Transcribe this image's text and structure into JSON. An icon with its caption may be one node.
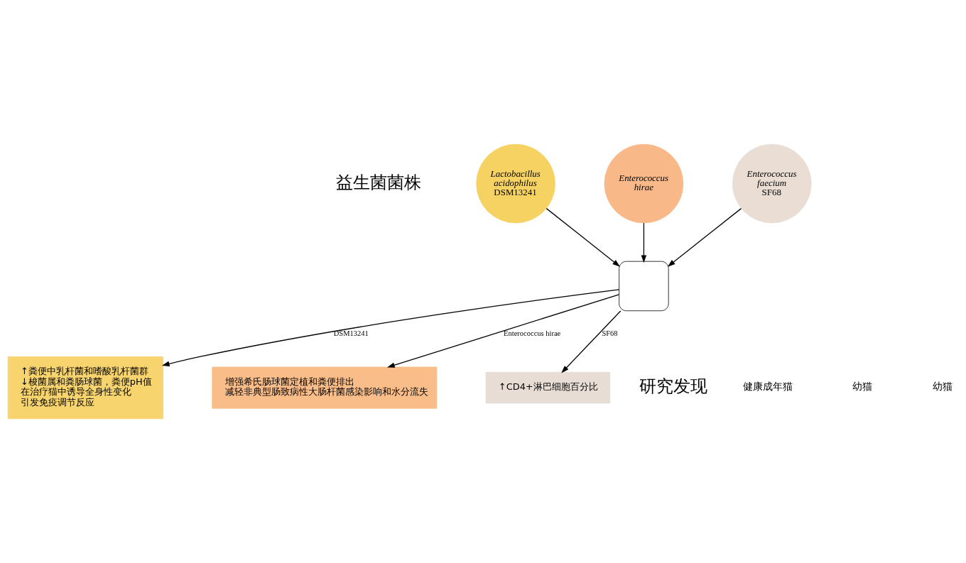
{
  "diagram": {
    "nodes": [
      {
        "text": [
          "*Lactobacillus acidophilus* DSM13241"
        ]
      },
      {
        "text": [
          "*Enterococcus hirae*"
        ]
      },
      {
        "text": [
          "*Enterococcus faecium* SF68"
        ]
      },
      {
        "text": [],
        "shape": "box"
      },
      {
        "text": [
          "↑粪便中乳杆菌和嗜酸乳杆菌群",
          "↓梭菌属和粪肠球菌，粪便pH值",
          "在治疗猫中诱导全身性变化",
          "引发免疫调节反应"
        ]
      },
      {
        "text": [
          "增强希氏肠球菌定植和粪便排出",
          "减轻非典型肠致病性大肠杆菌感染影响和水分流失"
        ]
      },
      {
        "text": [
          "↑CD4+淋巴细胞百分比"
        ]
      }
    ],
    "edges": [
      {
        "from": 0,
        "to": 3,
        "arrow": "to"
      },
      {
        "from": 1,
        "to": 3,
        "arrow": "to"
      },
      {
        "from": 2,
        "to": 3,
        "arrow": "to"
      },
      {
        "from": 3,
        "to": 4,
        "arrow": "to",
        "label": "DSM13241"
      },
      {
        "from": 3,
        "to": 5,
        "arrow": "to",
        "label": "Enterococcus hirae"
      },
      {
        "from": 3,
        "to": 6,
        "arrow": "to",
        "label": "SF68"
      }
    ],
    "labels": [
      "益生菌菌株",
      "研究发现",
      "健康成年猫",
      "幼猫",
      "幼猫"
    ]
  }
}
